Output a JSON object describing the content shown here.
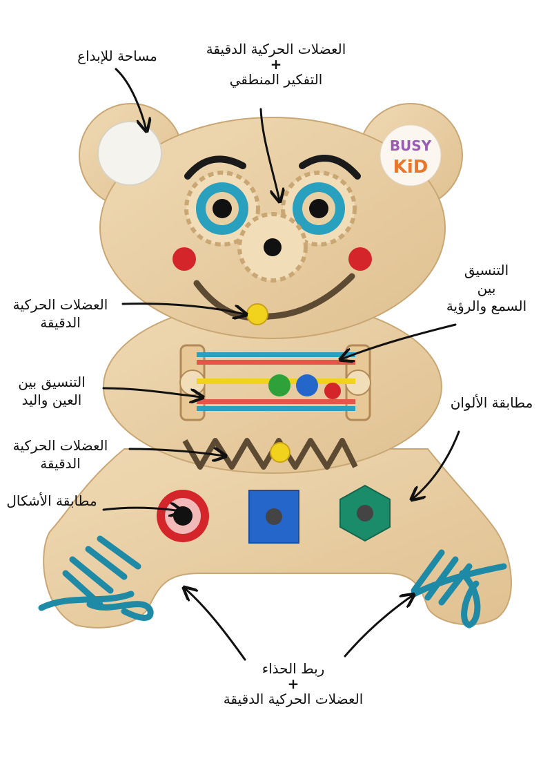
{
  "brand": {
    "logo_text_top": "BUSY",
    "logo_text_bottom": "KiD"
  },
  "annotations": {
    "creativity_area": "مساحة للإبداع",
    "top_line1": "العضلات الحركية الدقيقة",
    "top_plus": "+",
    "top_line2": "التفكير المنطقي",
    "mouth_line1": "العضلات الحركية",
    "mouth_line2": "الدقيقة",
    "hearing_line1": "التنسيق",
    "hearing_line2": "بين",
    "hearing_line3": "السمع والرؤية",
    "hand_eye_line1": "التنسيق بين",
    "hand_eye_line2": "العين واليد",
    "zigzag_line1": "العضلات الحركية",
    "zigzag_line2": "الدقيقة",
    "color_matching": "مطابقة الألوان",
    "shape_matching": "مطابقة الأشكال",
    "bottom_line1": "ربط الحذاء",
    "bottom_plus": "+",
    "bottom_line2": "العضلات الحركية الدقيقة"
  },
  "colors": {
    "wood": "#e9cfa4",
    "wood_edge": "#c9a775",
    "lace": "#1f8aa6",
    "red": "#d4252a",
    "blue": "#2466c9",
    "green": "#1b8c6a",
    "yellow": "#f1d21c",
    "eye_blue": "#2aa0bf"
  }
}
